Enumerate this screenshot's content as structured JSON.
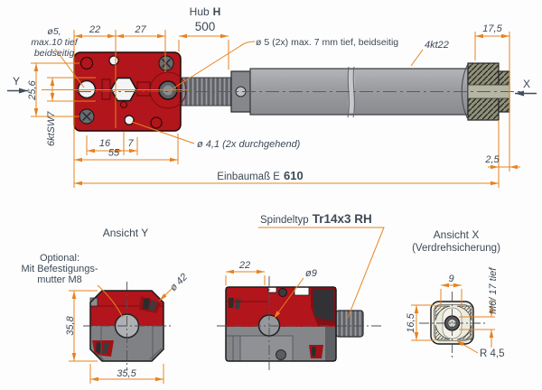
{
  "colors": {
    "accent": "#e8821e",
    "label": "#3d4956",
    "housing_red": "#b2151b",
    "tube_gray": "#9da0a4"
  },
  "top_view": {
    "axis_y": "Y",
    "axis_x": "X",
    "dim_22": "22",
    "dim_27": "27",
    "hub_label": "Hub",
    "hub_letter": "H",
    "hub_value": "500",
    "dim_17_5": "17,5",
    "hole5_side_line1": "ø5,",
    "hole5_side_line2": "max.10 tief",
    "hole5_side_line3": "beidseitig",
    "dim_25_6": "25,6",
    "hex_label": "6ktSW7",
    "hole5_top_label": "ø 5 (2x) max. 7 mm tief, beidseitig",
    "square_label": "4kt22",
    "dim_16": "16",
    "dim_7": "7",
    "dim_55": "55",
    "hole41_label": "ø 4,1 (2x durchgehend)",
    "dim_2_5": "2,5",
    "install_label": "Einbaumaß E",
    "install_value": "610"
  },
  "view_y": {
    "title": "Ansicht Y",
    "optional_line1": "Optional:",
    "optional_line2": "Mit Befestigungs-",
    "optional_line3": "mutter M8",
    "dim_42": "ø 42",
    "dim_35_8": "35,8",
    "dim_35_5": "35,5"
  },
  "view_spindle": {
    "label": "Spindeltyp",
    "value": "Tr14x3 RH",
    "dim_22": "22",
    "dim_9": "ø9"
  },
  "view_x": {
    "title": "Ansicht X",
    "subtitle": "(Verdrehsicherung)",
    "dim_9": "9",
    "thread_label": "M6/ 17 tief",
    "dim_16_5": "16,5",
    "radius_label": "R 4,5"
  }
}
